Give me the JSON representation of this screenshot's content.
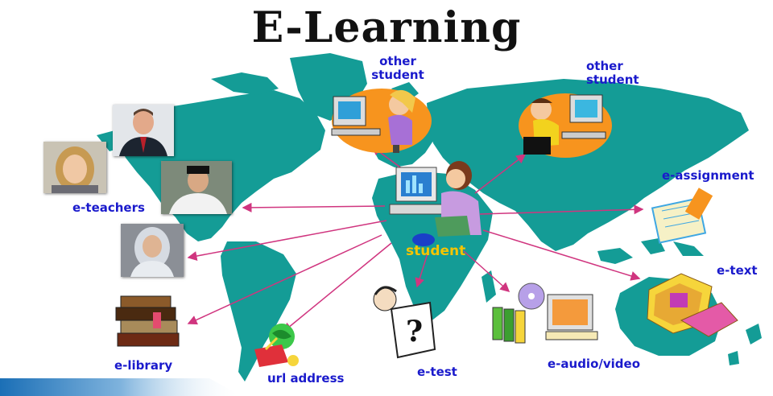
{
  "title": "E-Learning",
  "center_node": "student",
  "nodes": {
    "other_student_left": "other\nstudent",
    "other_student_right": "other\nstudent",
    "e_teachers": "e-teachers",
    "e_assignment": "e-assignment",
    "e_text": "e-text",
    "e_library": "e-library",
    "url_address": "url address",
    "e_test": "e-test",
    "e_audio_video": "e-audio/video"
  },
  "colors": {
    "map": "#149c96",
    "arrows": "#d0357f",
    "labels": "#1a1acc",
    "student_label": "#f6c400",
    "title": "#111111"
  }
}
